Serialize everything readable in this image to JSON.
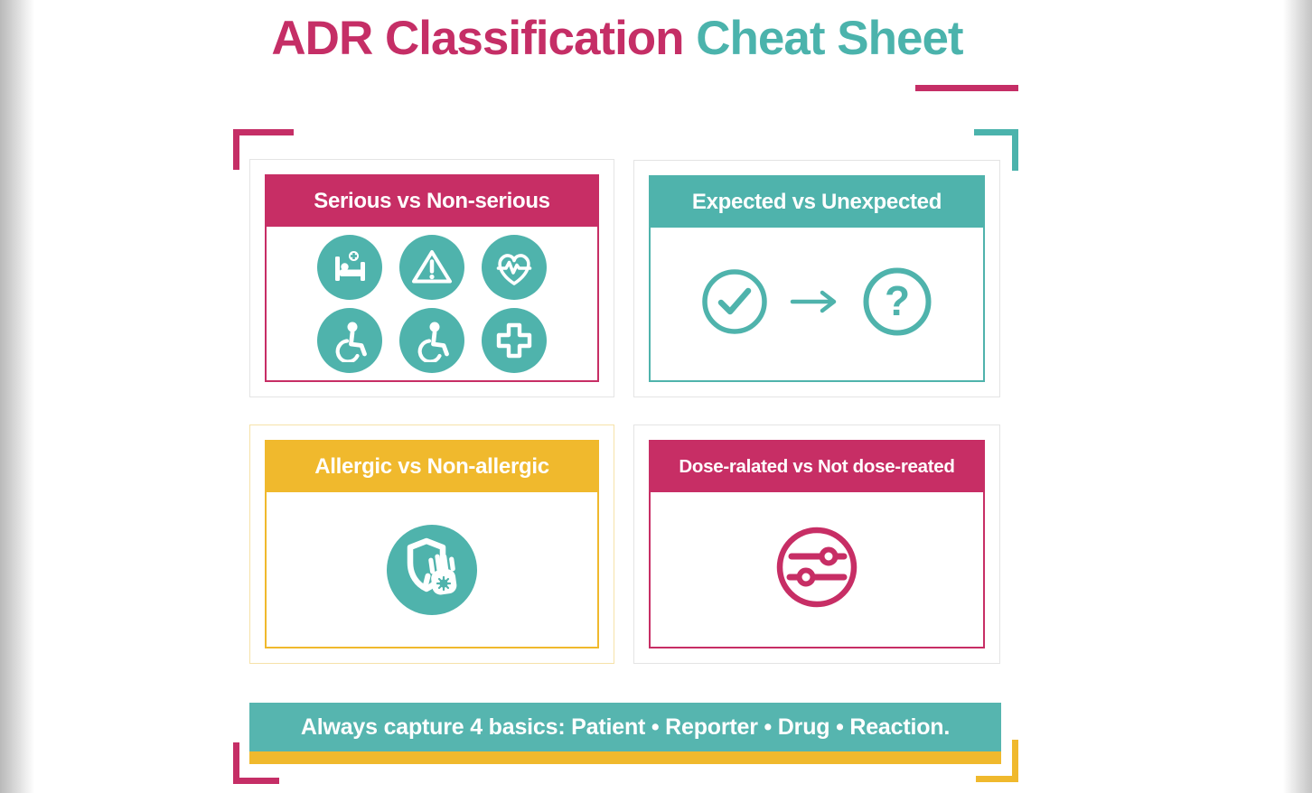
{
  "title": {
    "part1": "ADR Classification",
    "part2": "Cheat Sheet"
  },
  "colors": {
    "magenta": "#c72e65",
    "teal": "#4fb3ac",
    "yellow": "#f0b92d",
    "card_border_gray": "#e4e4e4",
    "card_border_lightyellow": "#f6e2a9"
  },
  "cards": [
    {
      "header": "Serious vs Non-serious",
      "accent": "magenta",
      "icons": [
        "hospital-bed-icon",
        "warning-triangle-icon",
        "heart-ecg-icon",
        "wheelchair-icon",
        "wheelchair-icon",
        "medical-cross-icon"
      ]
    },
    {
      "header": "Expected vs Unexpected",
      "accent": "teal",
      "icons": [
        "check-circle-icon",
        "arrow-right-icon",
        "question-circle-icon"
      ]
    },
    {
      "header": "Allergic vs Non-allergic",
      "accent": "yellow",
      "icons": [
        "shield-hand-icon"
      ]
    },
    {
      "header": "Dose-ralated vs Not dose-reated",
      "accent": "magenta",
      "icons": [
        "dose-sliders-icon"
      ]
    }
  ],
  "footer": {
    "text": "Always capture 4 basics: Patient • Reporter • Drug • Reaction."
  }
}
